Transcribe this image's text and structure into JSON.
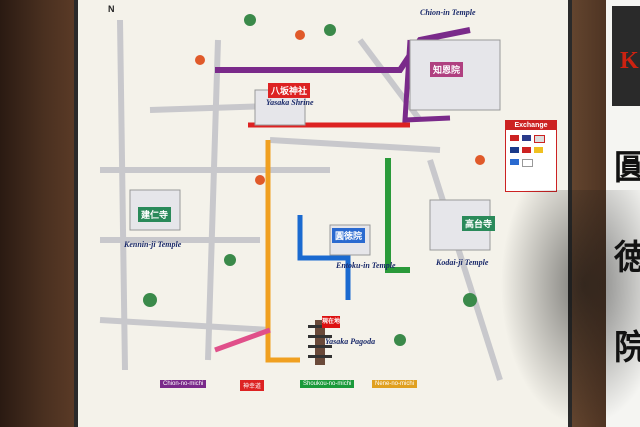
{
  "map": {
    "north_marker": "N",
    "labels": {
      "chion_in": "Chion-in Temple",
      "yasaka_jp": "八坂神社",
      "yasaka_en": "Yasaka Shrine",
      "kennin_jp": "建仁寺",
      "kennin_en": "Kennin-ji Temple",
      "entoku_jp": "圓徳院",
      "entoku_en": "Entoku-in Temple",
      "kodai_jp": "高台寺",
      "kodai_en": "Kodai-ji Temple",
      "yasaka_pagoda": "Yasaka Pagoda",
      "chishakuin": "知恩院",
      "here": "現在地"
    },
    "exchange": {
      "title": "Exchange"
    },
    "legend": [
      {
        "label": "Chion-no-michi",
        "color": "#7a2a8a"
      },
      {
        "label": "Shoukou-no-michi",
        "color": "#1a9a3a"
      },
      {
        "label": "Nene-no-michi",
        "color": "#e0a020"
      },
      {
        "label": "神幸道",
        "color": "#d22"
      }
    ],
    "colors": {
      "purple_route": "#7a2a8a",
      "red_route": "#d22",
      "green_route": "#2a9a3a",
      "blue_route": "#1a6ad0",
      "orange_route": "#f0a020",
      "pink_route": "#e0508a",
      "street": "#c8c8cc"
    }
  },
  "side_sign": {
    "kanji": [
      "圓",
      "徳",
      "院"
    ],
    "letter": "K"
  }
}
